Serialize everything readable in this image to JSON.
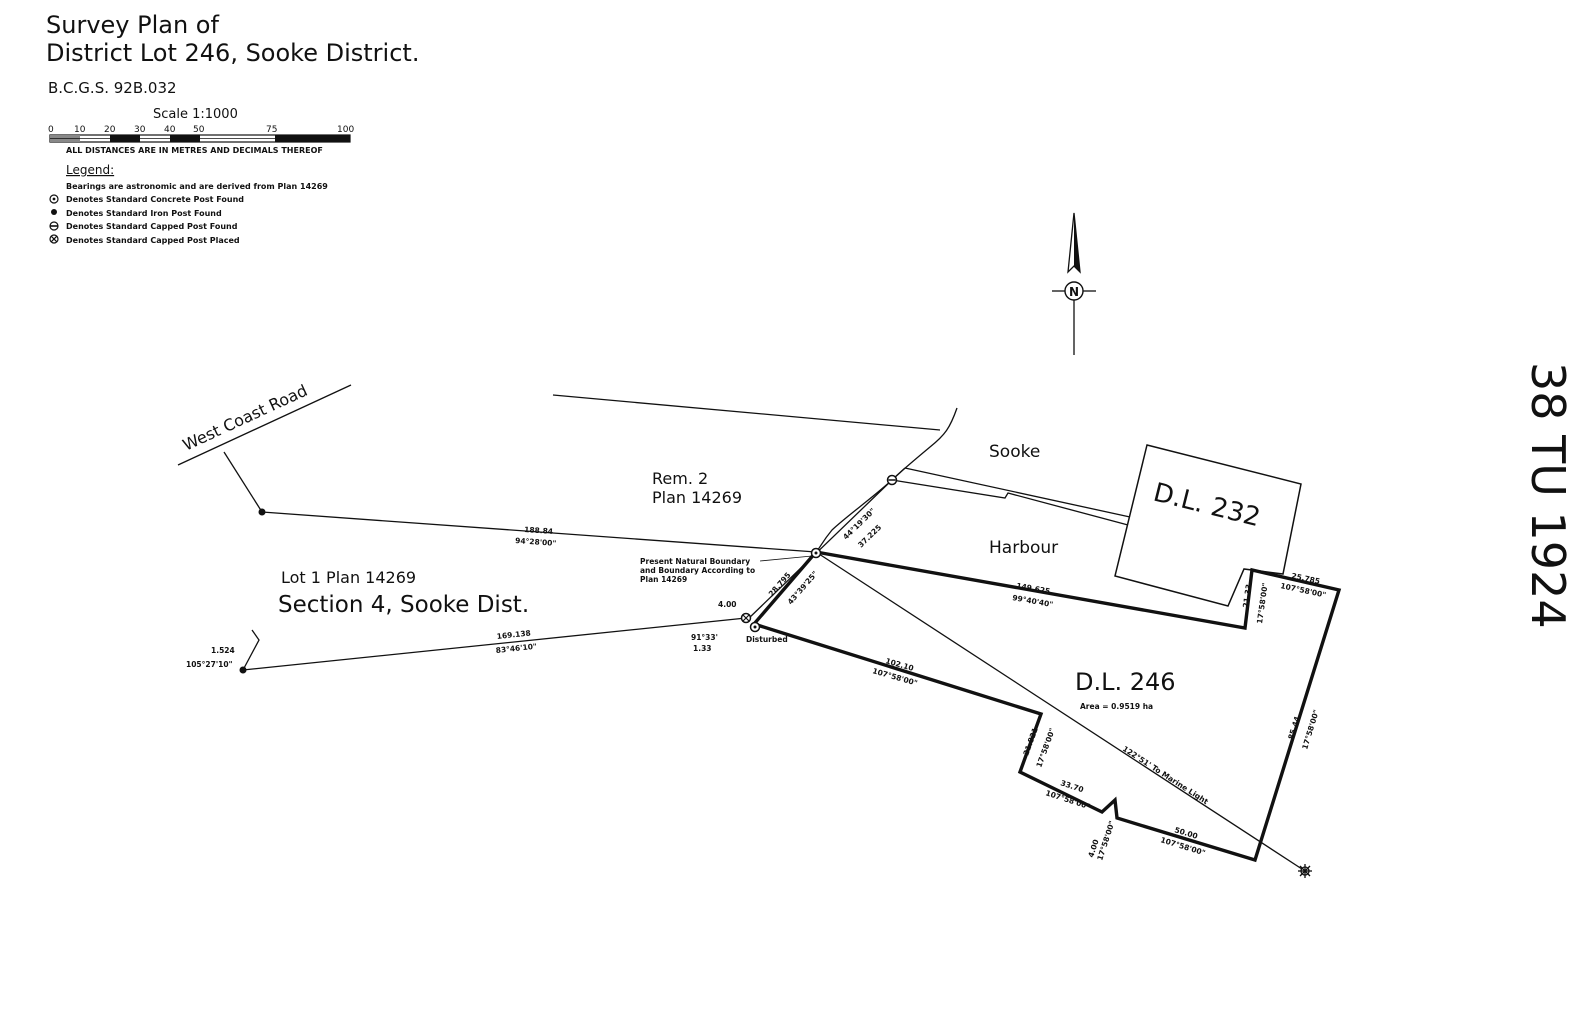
{
  "title": {
    "line1": "Survey Plan of",
    "line2": "District Lot 246, Sooke District.",
    "bcgs": "B.C.G.S.  92B.032"
  },
  "scale_bar": {
    "title": "Scale  1:1000",
    "ticks": [
      "0",
      "10",
      "20",
      "30",
      "40",
      "50",
      "75",
      "100"
    ],
    "note": "ALL DISTANCES ARE IN METRES AND DECIMALS THEREOF"
  },
  "legend": {
    "heading": "Legend:",
    "bearings_note": "Bearings are astronomic and are derived from Plan 14269",
    "items": [
      "Denotes Standard Concrete Post Found",
      "Denotes Standard Iron Post Found",
      "Denotes Standard Capped Post Found",
      "Denotes Standard Capped Post Placed"
    ]
  },
  "north_arrow": {
    "label": "N"
  },
  "handwritten_ref": "38 TU 1924",
  "labels": {
    "west_coast_road": "West Coast Road",
    "rem2_line1": "Rem. 2",
    "rem2_line2": "Plan 14269",
    "lot1": "Lot 1  Plan 14269",
    "section4": "Section 4, Sooke Dist.",
    "sooke": "Sooke",
    "harbour": "Harbour",
    "dl232": "D.L. 232",
    "dl246": "D.L. 246",
    "area": "Area = 0.9519 ha",
    "natural_boundary": [
      "Present Natural Boundary",
      "and Boundary According to",
      "Plan 14269"
    ],
    "disturbed": "Disturbed"
  },
  "dimensions": {
    "d_188_84": "188.84",
    "b_94_28": "94°28'00\"",
    "d_169_138": "169.138",
    "b_83_46": "83°46'10\"",
    "d_1_524": "1.524",
    "b_105_27": "105°27'10\"",
    "d_4_00_top": "4.00",
    "a_91_33": "91°33'",
    "d_1_33": "1.33",
    "d_28_795": "28.795",
    "b_43_39": "43°39'25\"",
    "b_44_19": "44°19'30\"",
    "d_37_225": "37.225",
    "d_149_625": "149.625",
    "b_99_40": "99°40'40\"",
    "d_21_33": "21.33",
    "b_17_58_a": "17°58'00\"",
    "d_25_785": "25.785",
    "b_107_58_a": "107°58'00\"",
    "d_85_44": "85.44",
    "b_17_58_b": "17°58'00\"",
    "d_102_10": "102.10",
    "b_107_58_b": "107°58'00\"",
    "d_21_821": "21.821",
    "b_17_58_c": "17°58'00\"",
    "d_33_70": "33.70",
    "b_107_58_c": "107°58'00\"",
    "d_4_00_bottom": "4.00",
    "b_17_58_d": "17°58'00\"",
    "d_50_00": "50.00",
    "b_107_58_d": "107°58'00\"",
    "marine_light": "122°51' To Marine Light"
  }
}
